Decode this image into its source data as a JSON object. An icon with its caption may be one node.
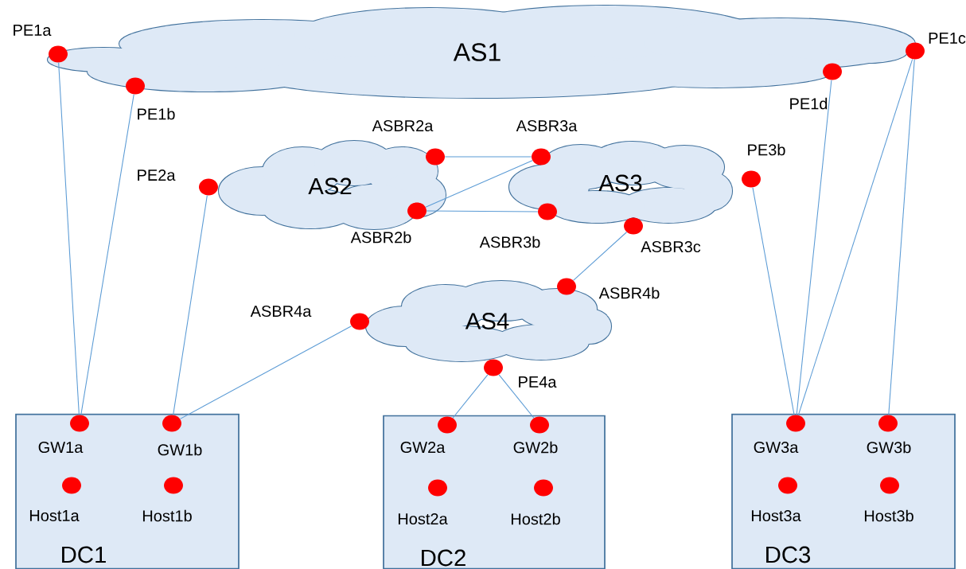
{
  "diagram": {
    "nodes": [
      {
        "text": [
          "AS1"
        ]
      },
      {
        "text": [
          "PE1a"
        ],
        "in": 0
      },
      {
        "text": [
          "PE1b"
        ],
        "in": 0
      },
      {
        "text": [
          "PE1c"
        ]
      },
      {
        "text": [
          "PE1d"
        ],
        "in": 0
      },
      {
        "text": [
          "AS2"
        ]
      },
      {
        "text": [
          "PE2a"
        ]
      },
      {
        "text": [
          "ASBR2a"
        ],
        "in": 5
      },
      {
        "text": [
          "ASBR2b"
        ],
        "in": 5
      },
      {
        "text": [
          "AS3"
        ]
      },
      {
        "text": [
          "ASBR3a"
        ],
        "in": 9
      },
      {
        "text": [
          "ASBR3b"
        ],
        "in": 9
      },
      {
        "text": [
          "ASBR3c"
        ]
      },
      {
        "text": [
          "PE3b"
        ]
      },
      {
        "text": [
          "AS4"
        ]
      },
      {
        "text": [
          "ASBR4a"
        ]
      },
      {
        "text": [
          "ASBR4b"
        ],
        "in": 14
      },
      {
        "text": [
          "PE4a"
        ]
      },
      {
        "text": [
          "DC1"
        ]
      },
      {
        "text": [
          "GW1a"
        ],
        "in": 18
      },
      {
        "text": [
          "GW1b"
        ],
        "in": 18
      },
      {
        "text": [
          "Host1a"
        ],
        "in": 18
      },
      {
        "text": [
          "Host1b"
        ],
        "in": 18
      },
      {
        "text": [
          "DC2"
        ]
      },
      {
        "text": [
          "GW2a"
        ],
        "in": 23
      },
      {
        "text": [
          "GW2b"
        ],
        "in": 23
      },
      {
        "text": [
          "Host2a"
        ],
        "in": 23
      },
      {
        "text": [
          "Host2b"
        ],
        "in": 23
      },
      {
        "text": [
          "DC3"
        ]
      },
      {
        "text": [
          "GW3a"
        ],
        "in": 28
      },
      {
        "text": [
          "GW3b"
        ],
        "in": 28
      },
      {
        "text": [
          "Host3a"
        ],
        "in": 28
      },
      {
        "text": [
          "Host3b"
        ],
        "in": 28
      }
    ],
    "edges": [
      {
        "from": 1,
        "to": 19,
        "arrow": "none"
      },
      {
        "from": 2,
        "to": 19,
        "arrow": "none"
      },
      {
        "from": 6,
        "to": 20,
        "arrow": "none"
      },
      {
        "from": 15,
        "to": 20,
        "arrow": "none"
      },
      {
        "from": 7,
        "to": 10,
        "arrow": "none"
      },
      {
        "from": 8,
        "to": 10,
        "arrow": "none"
      },
      {
        "from": 8,
        "to": 11,
        "arrow": "none"
      },
      {
        "from": 12,
        "to": 16,
        "arrow": "none"
      },
      {
        "from": 17,
        "to": 24,
        "arrow": "none"
      },
      {
        "from": 17,
        "to": 25,
        "arrow": "none"
      },
      {
        "from": 13,
        "to": 29,
        "arrow": "none"
      },
      {
        "from": 4,
        "to": 29,
        "arrow": "none"
      },
      {
        "from": 3,
        "to": 29,
        "arrow": "none"
      },
      {
        "from": 3,
        "to": 30,
        "arrow": "none"
      }
    ]
  }
}
